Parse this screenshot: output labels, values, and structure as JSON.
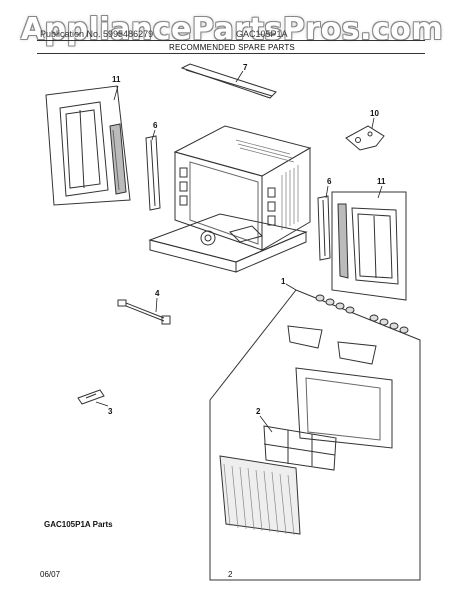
{
  "watermark": "AppliancePartsPros.com",
  "header": {
    "left_text": "Publication No. 5995486279",
    "right_text": "GAC105P1A",
    "subtitle": "RECOMMENDED SPARE PARTS"
  },
  "callouts": {
    "c1": "1",
    "c2": "2",
    "c3": "3",
    "c4": "4",
    "c6a": "6",
    "c6b": "6",
    "c7": "7",
    "c10": "10",
    "c11a": "11",
    "c11b": "11"
  },
  "footer": {
    "caption": "GAC105P1A Parts",
    "date": "06/07",
    "page": "2"
  }
}
